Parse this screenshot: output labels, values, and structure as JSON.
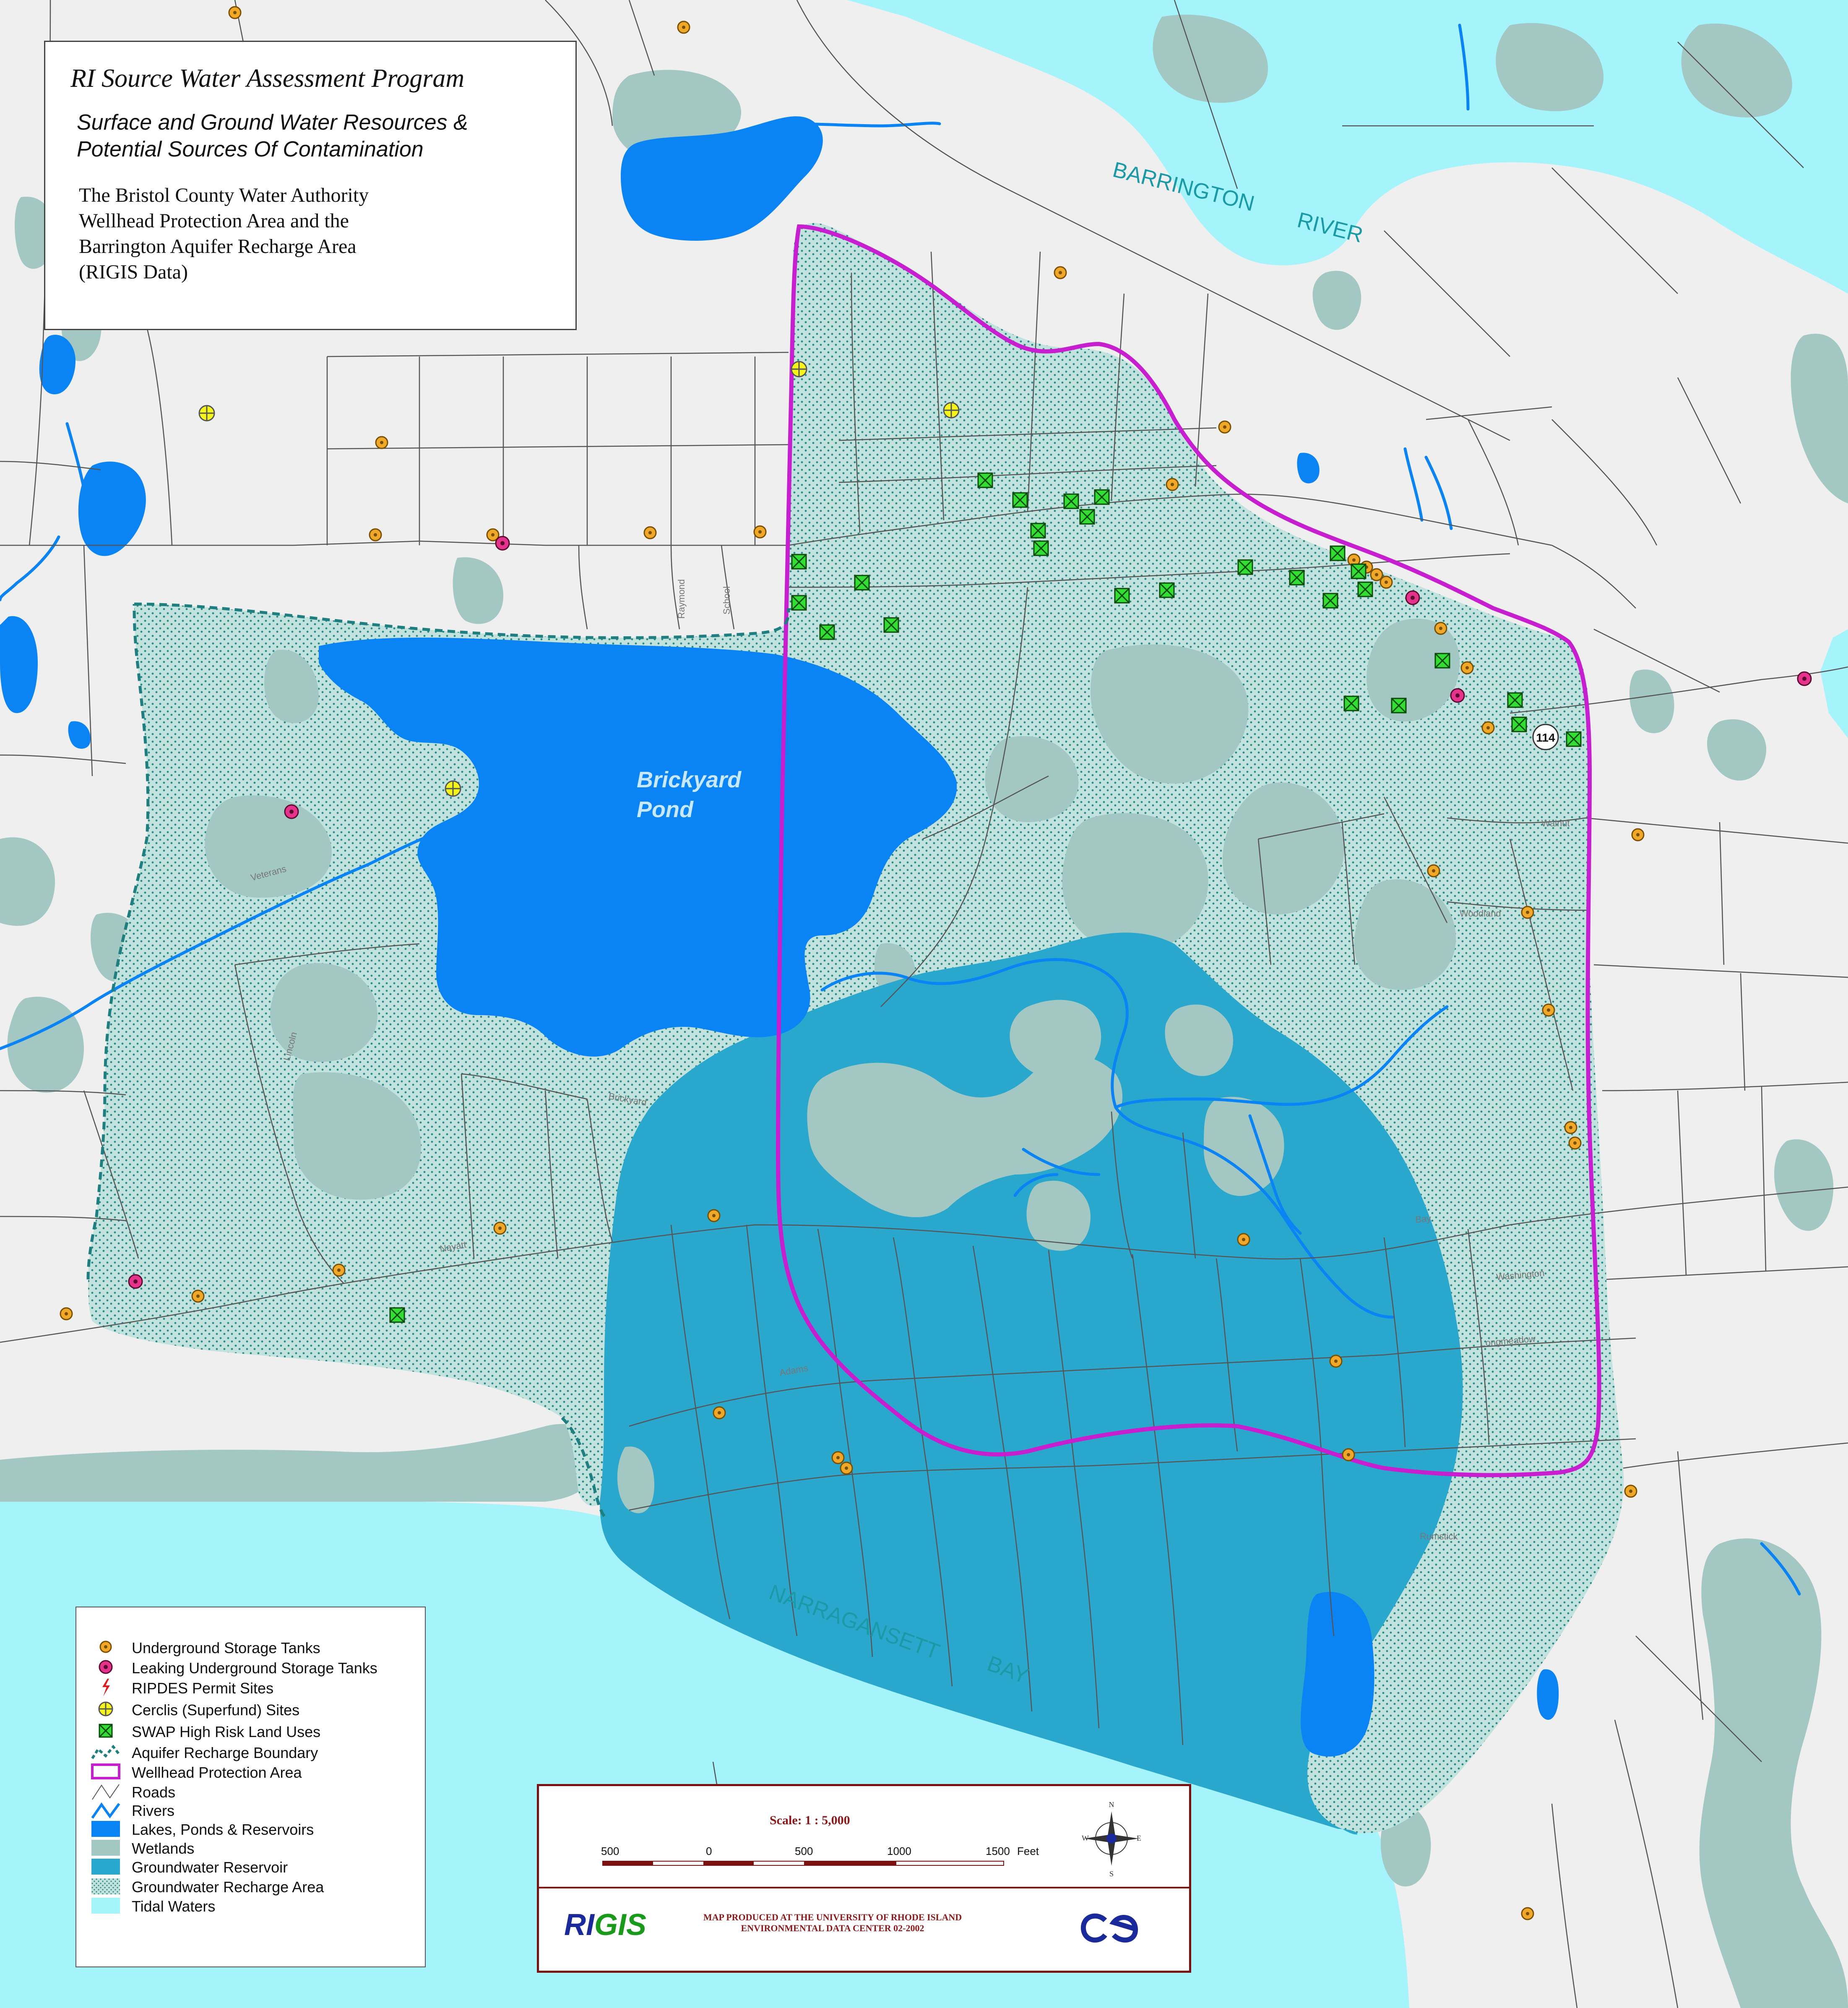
{
  "title": {
    "line1": "RI Source Water Assessment Program",
    "subtitle1": "Surface and Ground Water Resources &",
    "subtitle2": "Potential Sources Of Contamination",
    "desc1": "The Bristol County Water Authority",
    "desc2": "Wellhead Protection Area and the",
    "desc3": "Barrington Aquifer Recharge Area",
    "desc4": "(RIGIS Data)"
  },
  "water_labels": {
    "barrington_river_1": "BARRINGTON",
    "barrington_river_2": "RIVER",
    "brickyard_1": "Brickyard",
    "brickyard_2": "Pond",
    "narragansett_1": "NARRAGANSETT",
    "narragansett_2": "BAY"
  },
  "road_labels": {
    "raymond": "Raymond",
    "school": "School",
    "veterans": "Veterans",
    "lincoln": "Lincoln",
    "brickyard": "Brickyard",
    "woodland": "Woodland",
    "walnut": "Walnut",
    "washington": "Washington",
    "longmeadow": "Longmeadow",
    "bay": "Bay",
    "rumstick": "Rumstick",
    "adams": "Adams",
    "nayatt": "Nayatt"
  },
  "route_shield": "114",
  "legend": {
    "items": [
      {
        "label": "Underground Storage Tanks",
        "symbol": "ust"
      },
      {
        "label": "Leaking Underground Storage Tanks",
        "symbol": "lust"
      },
      {
        "label": "RIPDES Permit Sites",
        "symbol": "ripdes"
      },
      {
        "label": "Cerclis (Superfund) Sites",
        "symbol": "cerclis"
      },
      {
        "label": "SWAP High Risk Land Uses",
        "symbol": "swap"
      },
      {
        "label": "Aquifer Recharge Boundary",
        "symbol": "aquifer-boundary"
      },
      {
        "label": "Wellhead Protection Area",
        "symbol": "wellhead"
      },
      {
        "label": "Roads",
        "symbol": "roads"
      },
      {
        "label": "Rivers",
        "symbol": "rivers"
      },
      {
        "label": "Lakes, Ponds & Reservoirs",
        "symbol": "lakes"
      },
      {
        "label": "Wetlands",
        "symbol": "wetlands"
      },
      {
        "label": "Groundwater Reservoir",
        "symbol": "gw-reservoir"
      },
      {
        "label": "Groundwater Recharge Area",
        "symbol": "gw-recharge"
      },
      {
        "label": "Tidal Waters",
        "symbol": "tidal"
      }
    ]
  },
  "scale": {
    "title": "Scale: 1 : 5,000",
    "ticks": [
      "500",
      "0",
      "500",
      "1000",
      "1500"
    ],
    "unit": "Feet",
    "compass_n": "N",
    "compass_s": "S",
    "compass_e": "E",
    "compass_w": "W",
    "credit_line1": "MAP PRODUCED AT THE UNIVERSITY OF RHODE ISLAND",
    "credit_line2": "ENVIRONMENTAL DATA CENTER  02-2002",
    "logo_left_1": "RI",
    "logo_left_2": "GIS"
  },
  "colors": {
    "land": "#efefef",
    "tidal": "#a6f4fb",
    "lake": "#0a84f5",
    "wetland": "#a3c7c2",
    "gw_reservoir": "#2aa7cd",
    "gw_recharge": "#c2e2de",
    "wellhead": "#c71fd0",
    "aquifer_boundary": "#1f7f80",
    "road": "#555555",
    "river": "#0a84f5",
    "ust": "#f0a82a",
    "lust": "#e5338c",
    "swap": "#33dd33",
    "cerclis": "#f5f51a"
  }
}
